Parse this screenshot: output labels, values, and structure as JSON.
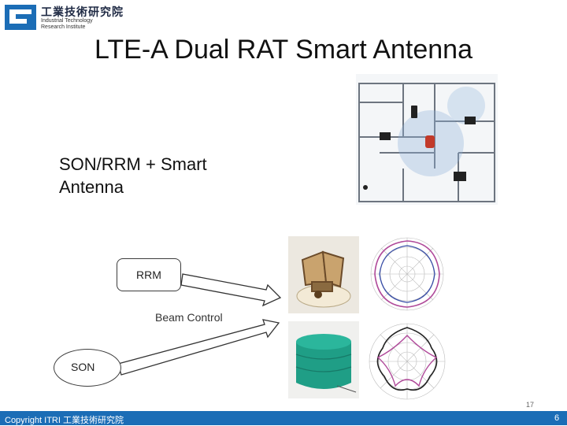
{
  "logo": {
    "name_zh": "工業技術研究院",
    "name_en_line1": "Industrial Technology",
    "name_en_line2": "Research Institute"
  },
  "title": "LTE-A Dual RAT Smart Antenna",
  "subtitle": "SON/RRM + Smart Antenna",
  "diagram": {
    "rrm_label": "RRM",
    "beam_label": "Beam Control",
    "son_label": "SON"
  },
  "page_number": "17",
  "footer": {
    "copyright": "Copyright  ITRI 工業技術研究院",
    "slide_number": "6"
  },
  "colors": {
    "footer_bar": "#1b6db6",
    "logo_blue": "#1b6db6",
    "polar_purple": "#b04a9a",
    "polar_blue": "#3a4fa8",
    "antenna_green": "#1f9e86"
  }
}
